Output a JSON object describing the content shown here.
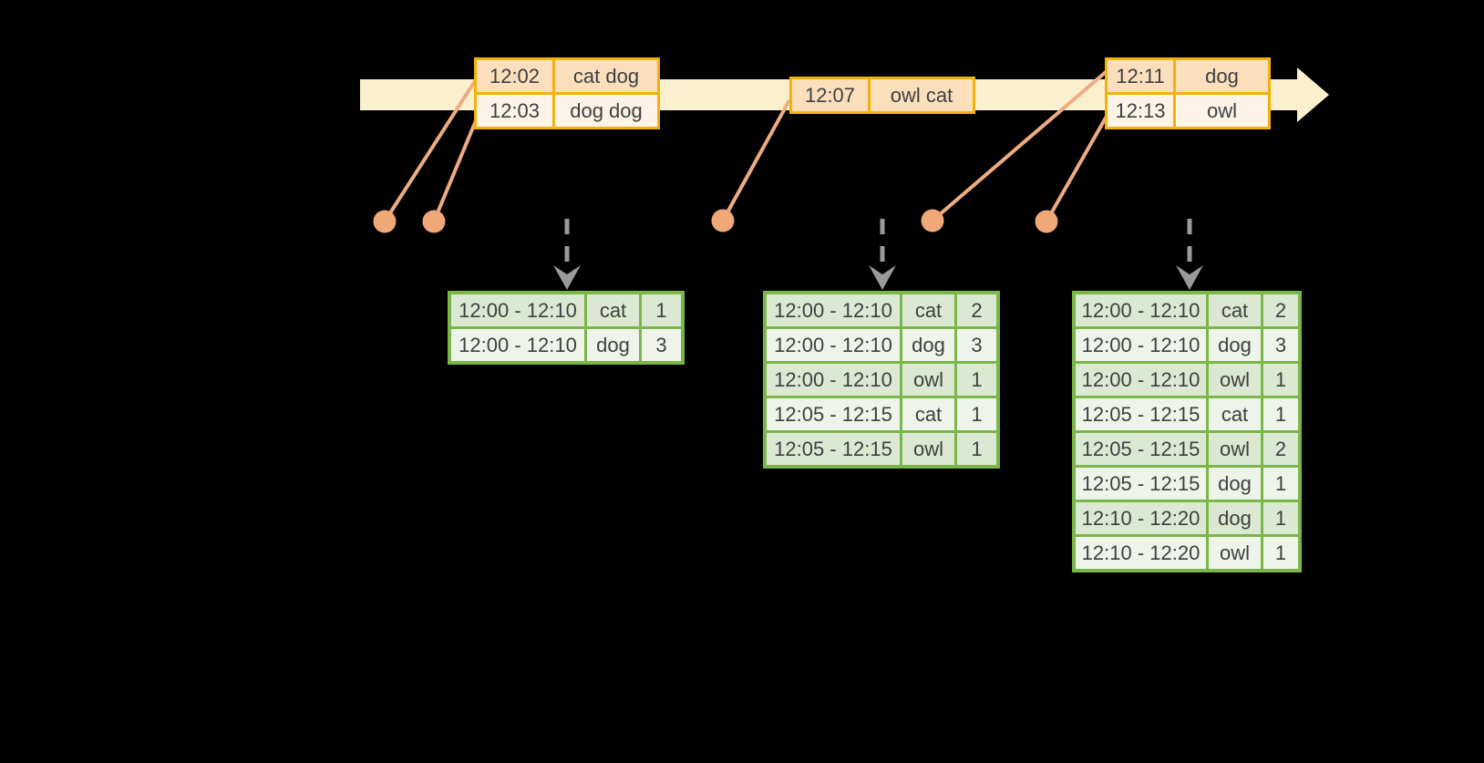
{
  "colors": {
    "background": "#000000",
    "timeline_fill": "#FBF0CD",
    "event_table_border": "#F2B20A",
    "event_row_dark": "#FBDFBD",
    "event_row_light": "#FDF4E7",
    "result_table_border": "#7AB64A",
    "result_row_dark": "#DCE9D2",
    "result_row_light": "#EFF4EA",
    "connector_line": "#EEAC82",
    "event_dot": "#F0A878",
    "trigger_arrow": "#9A9A9A",
    "text": "#3F3F3F"
  },
  "timeline": {
    "event_tables": [
      {
        "rows": [
          [
            "12:02",
            "cat dog"
          ],
          [
            "12:03",
            "dog dog"
          ]
        ]
      },
      {
        "rows": [
          [
            "12:07",
            "owl cat"
          ]
        ]
      },
      {
        "rows": [
          [
            "12:11",
            "dog"
          ],
          [
            "12:13",
            "owl"
          ]
        ]
      }
    ]
  },
  "result_tables": [
    {
      "rows": [
        [
          "12:00 - 12:10",
          "cat",
          "1"
        ],
        [
          "12:00 - 12:10",
          "dog",
          "3"
        ]
      ]
    },
    {
      "rows": [
        [
          "12:00 - 12:10",
          "cat",
          "2"
        ],
        [
          "12:00 - 12:10",
          "dog",
          "3"
        ],
        [
          "12:00 - 12:10",
          "owl",
          "1"
        ],
        [
          "12:05 - 12:15",
          "cat",
          "1"
        ],
        [
          "12:05 - 12:15",
          "owl",
          "1"
        ]
      ]
    },
    {
      "rows": [
        [
          "12:00 - 12:10",
          "cat",
          "2"
        ],
        [
          "12:00 - 12:10",
          "dog",
          "3"
        ],
        [
          "12:00 - 12:10",
          "owl",
          "1"
        ],
        [
          "12:05 - 12:15",
          "cat",
          "1"
        ],
        [
          "12:05 - 12:15",
          "owl",
          "2"
        ],
        [
          "12:05 - 12:15",
          "dog",
          "1"
        ],
        [
          "12:10 - 12:20",
          "dog",
          "1"
        ],
        [
          "12:10 - 12:20",
          "owl",
          "1"
        ]
      ]
    }
  ]
}
